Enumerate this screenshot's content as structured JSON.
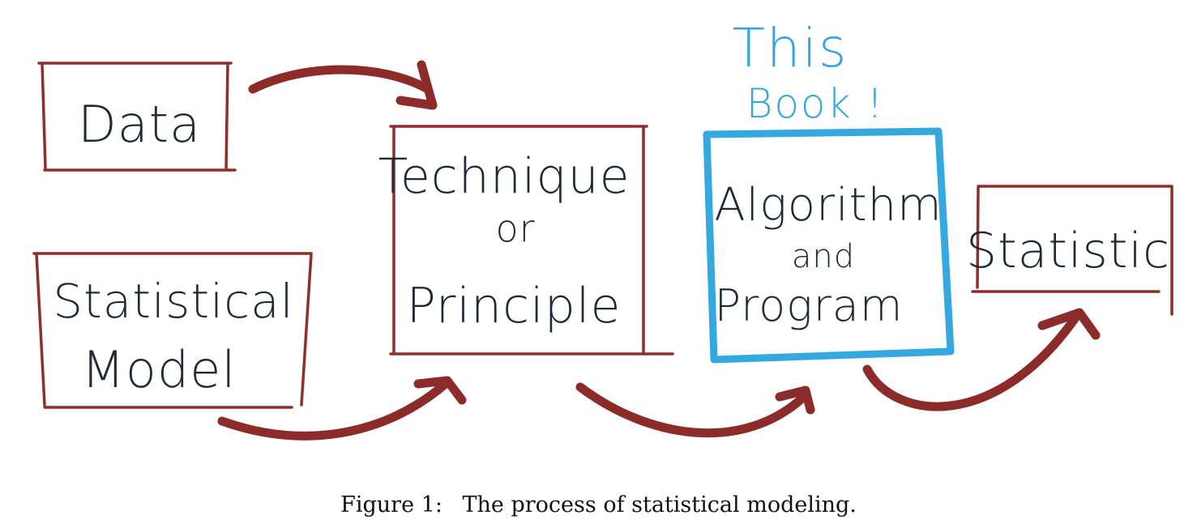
{
  "nodes": {
    "data": {
      "label": "Data"
    },
    "model": {
      "line1": "Statistical",
      "line2": "Model"
    },
    "technique": {
      "line1": "Technique",
      "line2": "or",
      "line3": "Principle"
    },
    "algorithm": {
      "line1": "Algorithm",
      "line2": "and",
      "line3": "Program"
    },
    "statistic": {
      "label": "Statistic"
    }
  },
  "annotation": {
    "line1": "This",
    "line2": "Book !"
  },
  "caption": {
    "label": "Figure 1:",
    "text": "The process of statistical modeling."
  },
  "colors": {
    "box_red": "#8e2f2c",
    "box_blue": "#35a9df",
    "arrow": "#8b2c2a",
    "ink": "#1e2a36"
  }
}
